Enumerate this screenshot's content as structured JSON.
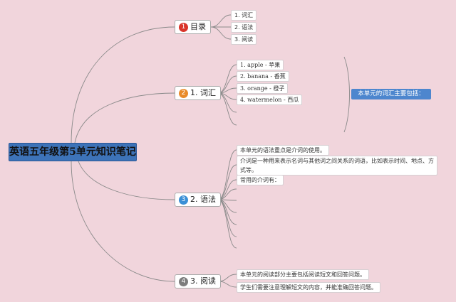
{
  "root": {
    "title": "英语五年级第5单元知识笔记"
  },
  "branches": [
    {
      "number": "1",
      "number_color": "#d9352a",
      "label": "目录",
      "children": [
        "1. 词汇",
        "2. 语法",
        "3. 阅读"
      ]
    },
    {
      "number": "2",
      "number_color": "#e98b2a",
      "label": "1. 词汇",
      "children": [
        "1. apple - 苹果",
        "2. banana - 香蕉",
        "3. orange - 橙子",
        "4. watermelon - 西瓜"
      ],
      "callout": "本单元的词汇主要包括："
    },
    {
      "number": "3",
      "number_color": "#3a8fd6",
      "label": "2. 语法",
      "children": [
        "本单元的语法重点是介词的使用。",
        "介词是一种用来表示名词与其他词之间关系的词语，比如表示时间、地点、方式等。",
        "常用的介词有："
      ]
    },
    {
      "number": "4",
      "number_color": "#7d7d7d",
      "label": "3. 阅读",
      "children": [
        "本单元的阅读部分主要包括阅读短文和回答问题。",
        "学生们需要注意理解短文的内容，并能准确回答问题。"
      ]
    }
  ]
}
